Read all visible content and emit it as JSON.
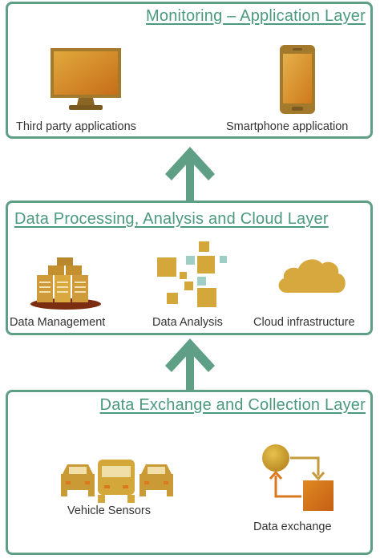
{
  "layers": {
    "application": {
      "title": "Monitoring – Application Layer",
      "items": [
        {
          "label": "Third party applications",
          "icon": "monitor-icon"
        },
        {
          "label": "Smartphone application",
          "icon": "smartphone-icon"
        }
      ]
    },
    "processing": {
      "title": "Data Processing, Analysis and Cloud Layer",
      "items": [
        {
          "label": "Data Management",
          "icon": "server-rack-icon"
        },
        {
          "label": "Data Analysis",
          "icon": "analysis-blocks-icon"
        },
        {
          "label": "Cloud infrastructure",
          "icon": "cloud-icon"
        }
      ]
    },
    "collection": {
      "title": "Data Exchange and Collection Layer",
      "items": [
        {
          "label": "Vehicle Sensors",
          "icon": "vehicles-icon"
        },
        {
          "label": "Data exchange",
          "icon": "data-exchange-icon"
        }
      ]
    }
  },
  "colors": {
    "frame": "#5e9f86",
    "title": "#4b9a7e",
    "arrow": "#5e9f86",
    "icon_gold": "#d4a73a",
    "icon_orange": "#d9781c",
    "icon_light": "#9fcfc4"
  }
}
